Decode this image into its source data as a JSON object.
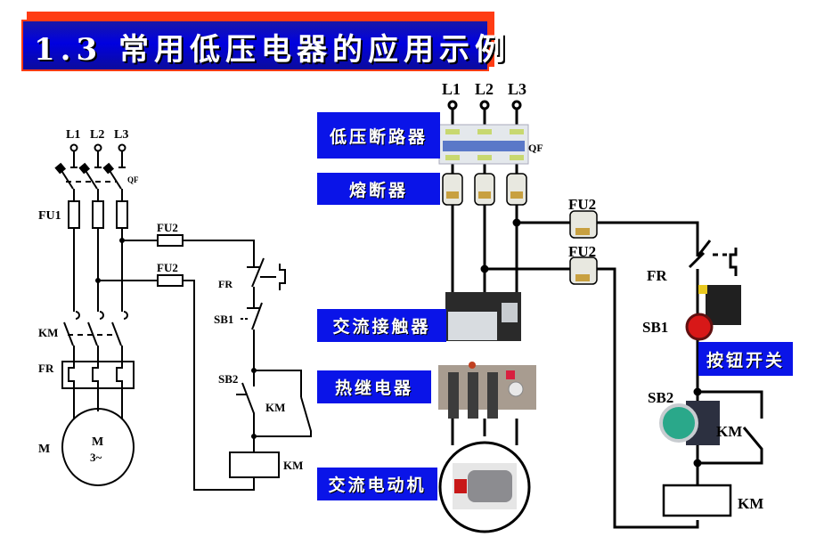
{
  "title": "1.3  常用低压电器的应用示例",
  "left_schematic": {
    "phases": [
      "L1",
      "L2",
      "L3"
    ],
    "breaker": "QF",
    "main_fuse": "FU1",
    "control_fuses": [
      "FU2",
      "FU2"
    ],
    "contactor_main": "KM",
    "thermal_relay": "FR",
    "motor_label": "M",
    "motor_symbol_line1": "M",
    "motor_symbol_line2": "3~",
    "control": {
      "fr_contact": "FR",
      "stop_button": "SB1",
      "start_button": "SB2",
      "aux_contact": "KM",
      "coil": "KM"
    }
  },
  "right_schematic": {
    "phases": [
      "L1",
      "L2",
      "L3"
    ],
    "breaker": "QF",
    "control_fuses": [
      "FU2",
      "FU2"
    ],
    "fr_contact": "FR",
    "stop_button": "SB1",
    "start_button": "SB2",
    "aux_contact": "KM",
    "coil": "KM"
  },
  "component_labels": {
    "breaker": "低压断路器",
    "fuse": "熔断器",
    "contactor": "交流接触器",
    "thermal_relay": "热继电器",
    "motor": "交流电动机",
    "push_button": "按钮开关"
  },
  "colors": {
    "title_bg": "#0000e0",
    "title_border": "#ff3c14",
    "label_bg": "#0a14e8",
    "stop_button": "#d81818",
    "start_button": "#2aa88a"
  }
}
